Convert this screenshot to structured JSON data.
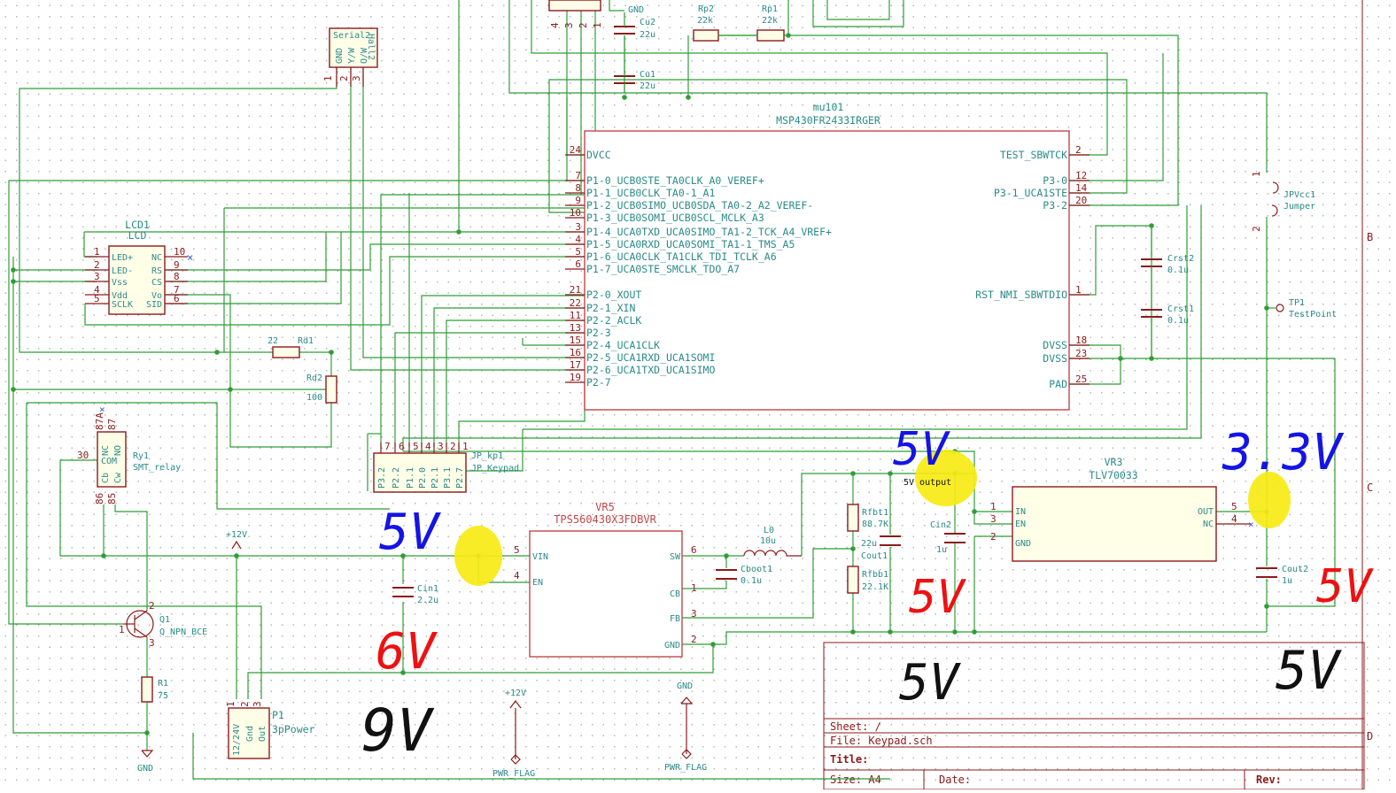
{
  "mcu": {
    "ref": "mu101",
    "value": "MSP430FR2433IRGER",
    "left_pins": [
      {
        "num": "24",
        "name": "DVCC"
      },
      {
        "num": "7",
        "name": "P1-0_UCB0STE_TA0CLK_A0_VEREF+"
      },
      {
        "num": "8",
        "name": "P1-1_UCB0CLK_TA0-1_A1"
      },
      {
        "num": "9",
        "name": "P1-2_UCB0SIMO_UCB0SDA_TA0-2_A2_VEREF-"
      },
      {
        "num": "10",
        "name": "P1-3_UCB0SOMI_UCB0SCL_MCLK_A3"
      },
      {
        "num": "3",
        "name": "P1-4_UCA0TXD_UCA0SIMO_TA1-2_TCK_A4_VREF+"
      },
      {
        "num": "4",
        "name": "P1-5_UCA0RXD_UCA0SOMI_TA1-1_TMS_A5"
      },
      {
        "num": "5",
        "name": "P1-6_UCA0CLK_TA1CLK_TDI_TCLK_A6"
      },
      {
        "num": "6",
        "name": "P1-7_UCA0STE_SMCLK_TDO_A7"
      },
      {
        "num": "21",
        "name": "P2-0_XOUT"
      },
      {
        "num": "22",
        "name": "P2-1_XIN"
      },
      {
        "num": "11",
        "name": "P2-2_ACLK"
      },
      {
        "num": "13",
        "name": "P2-3"
      },
      {
        "num": "15",
        "name": "P2-4_UCA1CLK"
      },
      {
        "num": "16",
        "name": "P2-5_UCA1RXD_UCA1SOMI"
      },
      {
        "num": "17",
        "name": "P2-6_UCA1TXD_UCA1SIMO"
      },
      {
        "num": "19",
        "name": "P2-7"
      }
    ],
    "right_pins": [
      {
        "num": "2",
        "name": "TEST_SBWTCK"
      },
      {
        "num": "12",
        "name": "P3-0"
      },
      {
        "num": "14",
        "name": "P3-1_UCA1STE"
      },
      {
        "num": "20",
        "name": "P3-2"
      },
      {
        "num": "1",
        "name": "RST_NMI_SBWTDIO"
      },
      {
        "num": "18",
        "name": "DVSS"
      },
      {
        "num": "23",
        "name": "DVSS"
      },
      {
        "num": "25",
        "name": "PAD"
      }
    ]
  },
  "lcd": {
    "ref": "LCD1",
    "value": "LCD",
    "left_pins": [
      {
        "num": "1",
        "name": "LED+"
      },
      {
        "num": "2",
        "name": "LED-"
      },
      {
        "num": "3",
        "name": "Vss"
      },
      {
        "num": "4",
        "name": "Vdd"
      },
      {
        "num": "5",
        "name": "SCLK"
      }
    ],
    "right_pins": [
      {
        "num": "10",
        "name": "NC"
      },
      {
        "num": "9",
        "name": "RS"
      },
      {
        "num": "8",
        "name": "CS"
      },
      {
        "num": "7",
        "name": "Vo"
      },
      {
        "num": "6",
        "name": "SID"
      }
    ]
  },
  "keypad": {
    "ref": "JP_kp1",
    "value": "JP_Keypad",
    "pins": [
      {
        "num": "7",
        "name": "P3.2"
      },
      {
        "num": "6",
        "name": "P2.2"
      },
      {
        "num": "5",
        "name": "P1.1"
      },
      {
        "num": "4",
        "name": "P2.0"
      },
      {
        "num": "3",
        "name": "P2.1"
      },
      {
        "num": "2",
        "name": "P3.1"
      },
      {
        "num": "1",
        "name": "P2.7"
      }
    ]
  },
  "serial": {
    "pins": [
      {
        "num": "1",
        "name": "GND"
      },
      {
        "num": "2",
        "name": "Y/W"
      },
      {
        "num": "3",
        "name": "O/W"
      }
    ],
    "labels": [
      "Serial2",
      "Hall2"
    ]
  },
  "relay": {
    "ref": "Ry1",
    "value": "SMT_relay",
    "pins": [
      {
        "num": "87A",
        "name": "NC"
      },
      {
        "num": "87",
        "name": "NO"
      },
      {
        "num": "30",
        "name": "COM"
      },
      {
        "num": "86",
        "name": "Cb"
      },
      {
        "num": "85",
        "name": "Cw"
      }
    ]
  },
  "transistor": {
    "ref": "Q1",
    "value": "Q_NPN_BCE",
    "pins": [
      "1",
      "2",
      "3"
    ]
  },
  "regulator": {
    "ref": "VR5",
    "value": "TPS560430X3FDBVR",
    "pins": [
      {
        "num": "5",
        "name": "VIN"
      },
      {
        "num": "4",
        "name": "EN"
      },
      {
        "num": "6",
        "name": "SW"
      },
      {
        "num": "1",
        "name": "CB"
      },
      {
        "num": "3",
        "name": "FB"
      },
      {
        "num": "2",
        "name": "GND"
      }
    ]
  },
  "ldo": {
    "ref": "VR3",
    "value": "TLV70033",
    "pins": [
      {
        "num": "1",
        "name": "IN"
      },
      {
        "num": "3",
        "name": "EN"
      },
      {
        "num": "2",
        "name": "GND"
      },
      {
        "num": "5",
        "name": "OUT"
      },
      {
        "num": "4",
        "name": "NC"
      }
    ]
  },
  "power_conn": {
    "ref": "P1",
    "value": "3pPower",
    "pins": [
      {
        "num": "1",
        "name": "12/24V"
      },
      {
        "num": "2",
        "name": "Gnd"
      },
      {
        "num": "3",
        "name": "Out"
      }
    ]
  },
  "jumper": {
    "ref": "JPVcc1",
    "value": "Jumper",
    "pins": [
      "1",
      "2"
    ]
  },
  "testpoint": {
    "ref": "TP1",
    "value": "TestPoint"
  },
  "passives": {
    "rp2": {
      "ref": "Rp2",
      "value": "22k"
    },
    "rp1": {
      "ref": "Rp1",
      "value": "22k"
    },
    "cu2": {
      "ref": "Cu2",
      "value": "22u"
    },
    "cu1": {
      "ref": "Cu1",
      "value": "22u"
    },
    "rd1": {
      "ref": "Rd1",
      "value": "22"
    },
    "rd2": {
      "ref": "Rd2",
      "value": "100"
    },
    "crst2": {
      "ref": "Crst2",
      "value": "0.1u"
    },
    "crst1": {
      "ref": "Crst1",
      "value": "0.1u"
    },
    "r1": {
      "ref": "R1",
      "value": "75"
    },
    "cin1": {
      "ref": "Cin1",
      "value": "2.2u"
    },
    "l0": {
      "ref": "L0",
      "value": "10u"
    },
    "cboot1": {
      "ref": "Cboot1",
      "value": "0.1u"
    },
    "rfbt1": {
      "ref": "Rfbt1",
      "value": "88.7K"
    },
    "rfbb1": {
      "ref": "Rfbb1",
      "value": "22.1K"
    },
    "cout1": {
      "ref": "Cout1",
      "value": "22u"
    },
    "cin2": {
      "ref": "Cin2",
      "value": "1u"
    },
    "cout2": {
      "ref": "Cout2",
      "value": "1u"
    }
  },
  "power_symbols": {
    "p12v_a": "+12V",
    "p12v_b": "+12V",
    "gnd_a": "GND",
    "gnd_b": "GND",
    "gnd_top": "GND",
    "pwrflag_a": "PWR_FLAG",
    "pwrflag_b": "PWR_FLAG"
  },
  "net_label": "5V output",
  "title_block": {
    "sheet": "Sheet: /",
    "file": "File: Keypad.sch",
    "title": "Title:",
    "size": "Size: A4",
    "date": "Date:",
    "rev": "Rev:",
    "border_letters": [
      "B",
      "C",
      "D"
    ]
  },
  "annotations": {
    "blue": [
      "5V",
      "5V",
      "3.3V"
    ],
    "red": [
      "6V",
      "5V",
      "5V"
    ],
    "black": [
      "9V",
      "5V",
      "5V"
    ]
  },
  "colors": {
    "wire": "#2f9e36",
    "component": "#8b1a1a",
    "label": "#2b8a8a",
    "highlight": "#f7ea13",
    "ink_blue": "#1414e6",
    "ink_red": "#ee1111",
    "ink_black": "#111111"
  }
}
